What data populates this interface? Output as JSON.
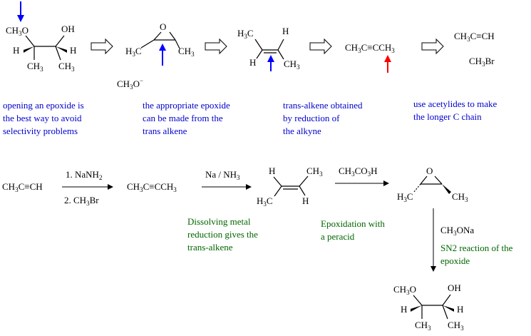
{
  "colors": {
    "note_blue": "#0000cc",
    "note_green": "#006600",
    "arrow_blue": "#0000ff",
    "arrow_red": "#ff0000"
  },
  "top": {
    "target": {
      "ch3o": [
        "CH",
        "3",
        "O"
      ],
      "oh": "OH",
      "h_left": "H",
      "h_right": "H",
      "ch3_left": [
        "CH",
        "3"
      ],
      "ch3_right": [
        "CH",
        "3"
      ]
    },
    "epoxide": {
      "o": "O",
      "h3c": [
        "H",
        "3",
        "C"
      ],
      "ch3": [
        "CH",
        "3"
      ],
      "nucleophile": [
        "CH",
        "3",
        "O",
        "−"
      ]
    },
    "alkene": {
      "h3c": [
        "H",
        "3",
        "C"
      ],
      "h_top": "H",
      "h_bottom": "H",
      "ch3": [
        "CH",
        "3"
      ]
    },
    "alkyne": {
      "text": [
        "CH",
        "3",
        "C≡CCH",
        "3"
      ]
    },
    "reagents": {
      "propyne": [
        "CH",
        "3",
        "C≡CH"
      ],
      "bromide": [
        "CH",
        "3",
        "Br"
      ]
    },
    "notes": {
      "n1": [
        "opening an epoxide is",
        "the best way to avoid",
        "selectivity problems"
      ],
      "n2": [
        "the appropriate epoxide",
        "can be made from the",
        "trans alkene"
      ],
      "n3": [
        "trans-alkene obtained",
        "by reduction of",
        "the alkyne"
      ],
      "n4": [
        "use acetylides to make",
        "the longer C chain"
      ]
    }
  },
  "bottom": {
    "start": [
      "CH",
      "3",
      "C≡CH"
    ],
    "step1": {
      "reagent1": [
        "1. NaNH",
        "2"
      ],
      "reagent2": [
        "2. CH",
        "3",
        "Br"
      ]
    },
    "alkyne": [
      "CH",
      "3",
      "C≡CCH",
      "3"
    ],
    "step2": {
      "reagent": [
        "Na / NH",
        "3"
      ],
      "note": [
        "Dissolving metal",
        "reduction gives the",
        "trans-alkene"
      ]
    },
    "alkene": {
      "h_top": "H",
      "ch3_top": [
        "CH",
        "3"
      ],
      "h3c": [
        "H",
        "3",
        "C"
      ],
      "h_bottom": "H"
    },
    "step3": {
      "reagent": [
        "CH",
        "3",
        "CO",
        "3",
        "H"
      ],
      "note": [
        "Epoxidation with",
        "a peracid"
      ]
    },
    "epoxide": {
      "o": "O",
      "h3c": [
        "H",
        "3",
        "C"
      ],
      "ch3": [
        "CH",
        "3"
      ]
    },
    "step4": {
      "reagent": [
        "CH",
        "3",
        "ONa"
      ],
      "note": [
        "SN2 reaction of the",
        "epoxide"
      ]
    },
    "product": {
      "ch3o": [
        "CH",
        "3",
        "O"
      ],
      "oh": "OH",
      "h_left": "H",
      "h_right": "H",
      "ch3_left": [
        "CH",
        "3"
      ],
      "ch3_right": [
        "CH",
        "3"
      ]
    }
  }
}
